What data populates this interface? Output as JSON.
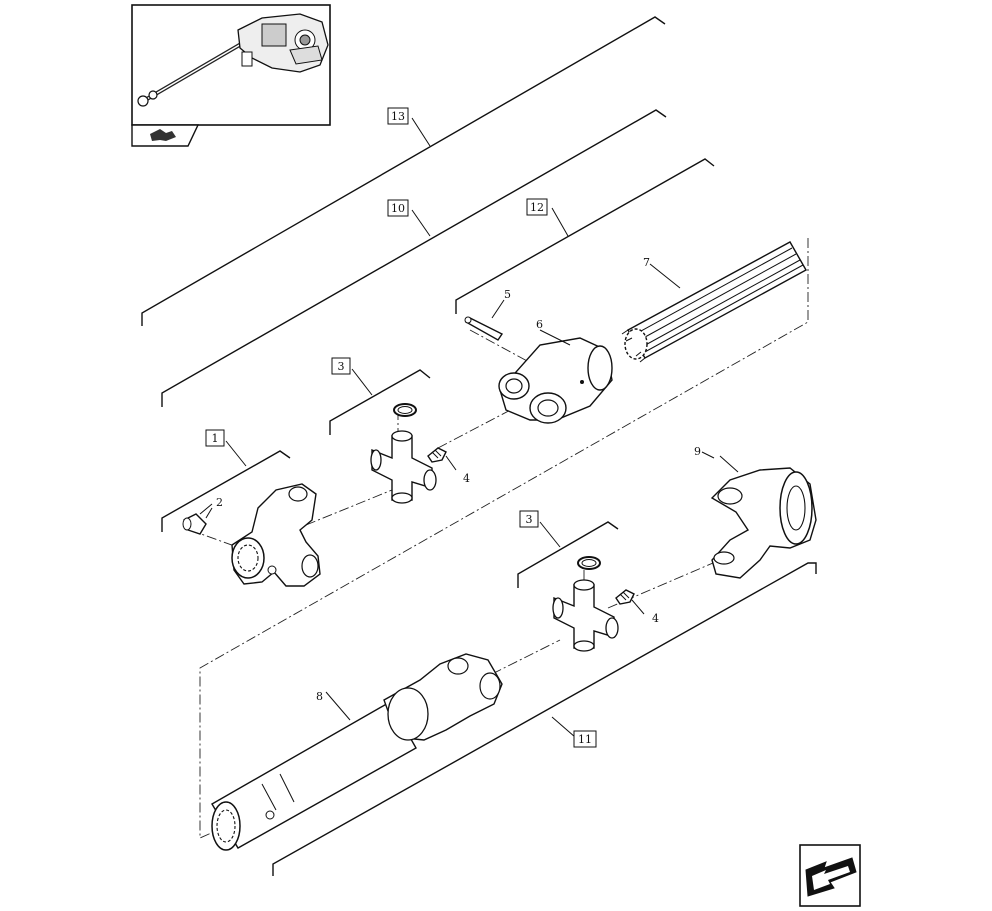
{
  "callouts": {
    "c13": "13",
    "c10": "10",
    "c12": "12",
    "c11": "11",
    "c3a": "3",
    "c3b": "3",
    "c1": "1",
    "c2": "2",
    "c4a": "4",
    "c4b": "4",
    "c5": "5",
    "c6": "6",
    "c7": "7",
    "c8": "8",
    "c9": "9"
  },
  "icons": {
    "thumbnail": "assembly-thumbnail-icon",
    "previous": "back-arrow-icon",
    "next": "next-page-arrow-icon"
  }
}
